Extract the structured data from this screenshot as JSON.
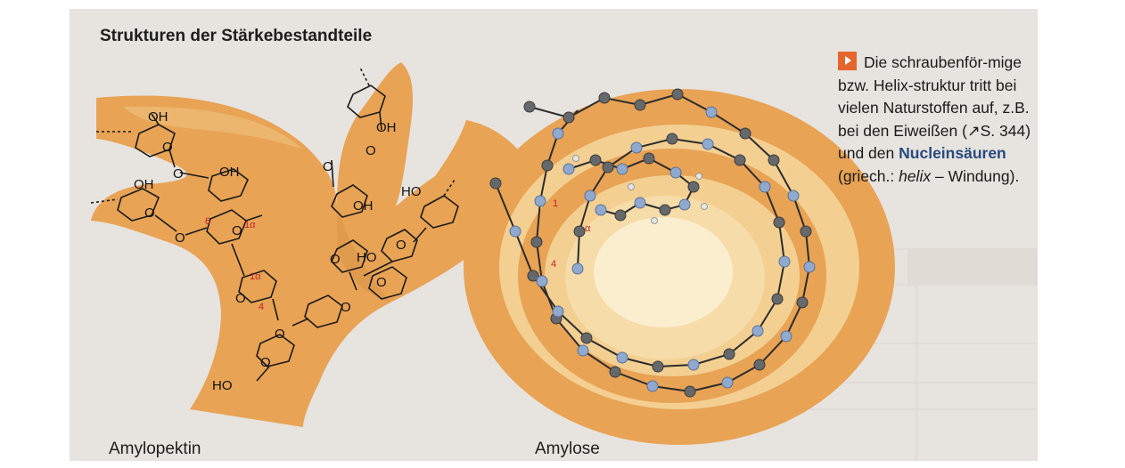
{
  "figure": {
    "title": "Strukturen der Stärkebestandteile",
    "captions": {
      "left": "Amylopektin",
      "right": "Amylose"
    },
    "amylopektin_labels": {
      "oh": [
        "OH",
        "OH",
        "OH",
        "OH",
        "OH"
      ],
      "ho": [
        "HO",
        "HO",
        "HO"
      ],
      "o": [
        "O",
        "O",
        "O",
        "O",
        "O",
        "O",
        "O",
        "O",
        "O",
        "O",
        "O",
        "O",
        "O",
        "O"
      ],
      "alpha_1": [
        "1α",
        "1α"
      ],
      "c4": "4",
      "c6": "6"
    },
    "amylose_labels": {
      "c1": "1",
      "c4": "4",
      "alpha": "α"
    },
    "colors": {
      "ribbon": "#e8a355",
      "ribbon_light": "#f3cf92",
      "atom_carbon": "#66696c",
      "atom_oxygen": "#8fa9cf",
      "atom_hydrogen": "#e6e6e6",
      "position_number": "#c2202a"
    }
  },
  "note": {
    "icon": "play-arrow-icon",
    "icon_color": "#e4662d",
    "text_before": "Die schraubenför-mige bzw. Helix-struktur tritt bei vielen Naturstoffen auf, z.B. bei den Eiweißen (↗S. 344) und den",
    "term": "Nucleinsäuren",
    "text_after": "(griech.:",
    "italic_word": "helix",
    "text_end": "– Windung)."
  }
}
